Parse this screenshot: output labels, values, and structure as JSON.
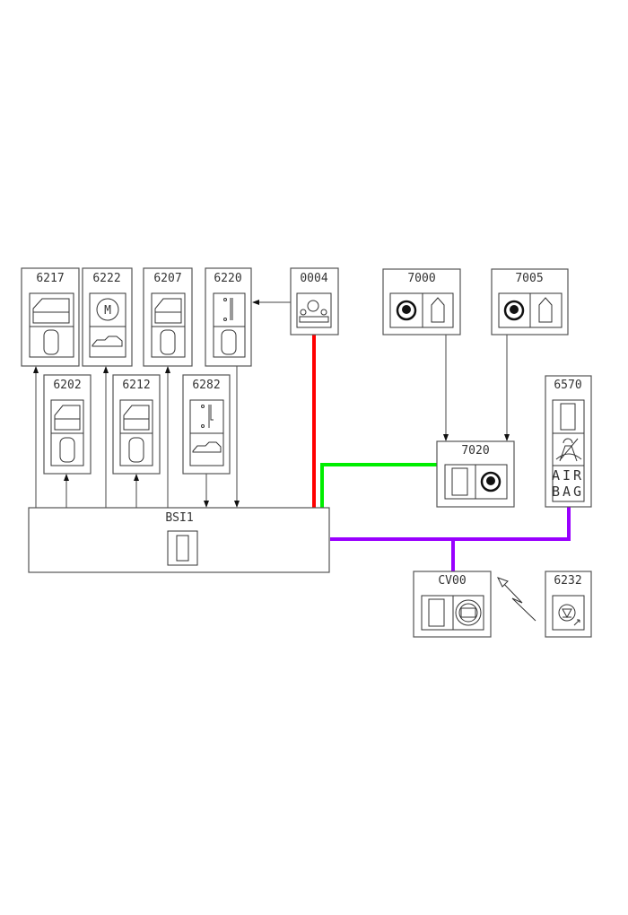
{
  "modules": {
    "m6217": {
      "code": "6217"
    },
    "m6222": {
      "code": "6222",
      "motor_letter": "M"
    },
    "m6207": {
      "code": "6207"
    },
    "m6220": {
      "code": "6220"
    },
    "m0004": {
      "code": "0004"
    },
    "m6202": {
      "code": "6202"
    },
    "m6212": {
      "code": "6212"
    },
    "m6282": {
      "code": "6282"
    },
    "bsi1": {
      "code": "BSI1"
    },
    "m7000": {
      "code": "7000"
    },
    "m7005": {
      "code": "7005"
    },
    "m7020": {
      "code": "7020"
    },
    "m6570": {
      "code": "6570",
      "airbag_line1": "AIR",
      "airbag_line2": "BAG"
    },
    "cv00": {
      "code": "CV00"
    },
    "m6232": {
      "code": "6232"
    }
  },
  "colors": {
    "red_link": "#ff0000",
    "green_link": "#00ee00",
    "purple_link": "#9900ff"
  }
}
